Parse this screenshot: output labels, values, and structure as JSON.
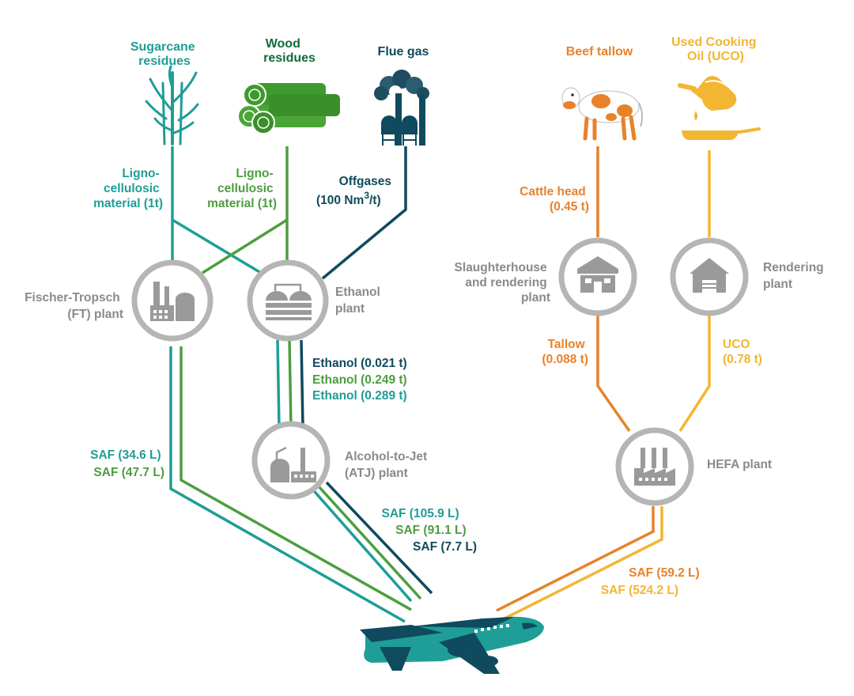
{
  "colors": {
    "teal": "#1e9e96",
    "green": "#4d9e3f",
    "navy": "#0f4a5e",
    "orange": "#e8822a",
    "yellow": "#f2b632",
    "gray": "#9a9a9a",
    "plantgray": "#b5b5b5"
  },
  "sources": {
    "sugarcane": [
      "Sugarcane",
      "residues"
    ],
    "wood": [
      "Wood",
      "residues"
    ],
    "flue": "Flue gas",
    "tallow": "Beef tallow",
    "uco": [
      "Used Cooking",
      "Oil (UCO)"
    ]
  },
  "flows": {
    "ligno_teal": [
      "Ligno-",
      "cellulosic",
      "material (1t)"
    ],
    "ligno_green": [
      "Ligno-",
      "cellulosic",
      "material (1t)"
    ],
    "offgases": [
      "Offgases",
      "(100 Nm",
      "3",
      "/t)"
    ],
    "cattle": [
      "Cattle head",
      "(0.45 t)"
    ],
    "ethanol": [
      "Ethanol (0.021 t)",
      "Ethanol (0.249 t)",
      "Ethanol (0.289 t)"
    ],
    "tallow": [
      "Tallow",
      "(0.088 t)"
    ],
    "uco": [
      "UCO",
      "(0.78 t)"
    ],
    "saf_ft": [
      "SAF (34.6 L)",
      "SAF (47.7 L)"
    ],
    "saf_atj": [
      "SAF (105.9 L)",
      "SAF (91.1 L)",
      "SAF (7.7 L)"
    ],
    "saf_hefa": [
      "SAF (59.2 L)",
      "SAF (524.2 L)"
    ]
  },
  "plants": {
    "ft": [
      "Fischer-Tropsch",
      "(FT) plant"
    ],
    "ethanol": [
      "Ethanol",
      "plant"
    ],
    "atj": [
      "Alcohol-to-Jet",
      "(ATJ) plant"
    ],
    "slaughter": [
      "Slaughterhouse",
      "and rendering",
      "plant"
    ],
    "rendering": [
      "Rendering",
      "plant"
    ],
    "hefa": "HEFA plant"
  },
  "icons": [
    "sugarcane-icon",
    "wood-logs-icon",
    "flue-gas-factory-icon",
    "cow-icon",
    "cooking-oil-pan-icon",
    "factory-icon",
    "tanks-icon",
    "refinery-icon",
    "barn-icon",
    "house-plant-icon",
    "hefa-factory-icon",
    "airplane-icon"
  ]
}
